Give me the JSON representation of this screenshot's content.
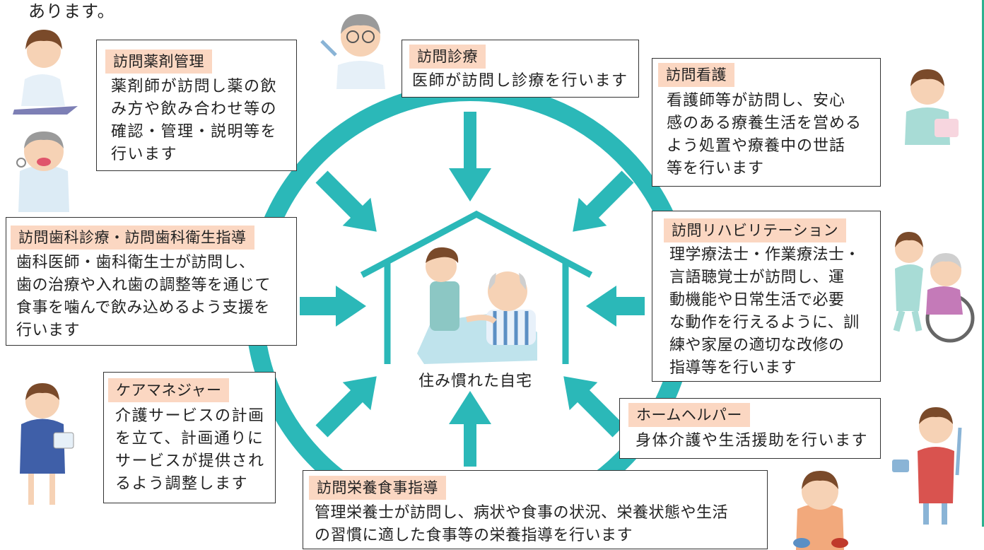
{
  "intro_tail": "あります。",
  "center": {
    "label": "住み慣れた自宅"
  },
  "services": {
    "pharmacy": {
      "title": "訪問薬剤管理",
      "lines": [
        "薬剤師が訪問し薬の飲",
        "み方や飲み合わせ等の",
        "確認・管理・説明等を",
        "行います"
      ]
    },
    "medical": {
      "title": "訪問診療",
      "lines": [
        "医師が訪問し診療を行います"
      ]
    },
    "nursing": {
      "title": "訪問看護",
      "lines": [
        "看護師等が訪問し、安心",
        "感のある療養生活を営める",
        "よう処置や療養中の世話",
        "等を行います"
      ]
    },
    "dental": {
      "title": "訪問歯科診療・訪問歯科衛生指導",
      "lines": [
        "歯科医師・歯科衛生士が訪問し、",
        "歯の治療や入れ歯の調整等を通じて",
        "食事を噛んで飲み込めるよう支援を",
        "行います"
      ]
    },
    "rehab": {
      "title": "訪問リハビリテーション",
      "lines": [
        "理学療法士・作業療法士・",
        "言語聴覚士が訪問し、運",
        "動機能や日常生活で必要",
        "な動作を行えるように、訓",
        "練や家屋の適切な改修の",
        "指導等を行います"
      ]
    },
    "caremanager": {
      "title": "ケアマネジャー",
      "lines": [
        "介護サービスの計画",
        "を立て、計画通りに",
        "サービスが提供され",
        "るよう調整します"
      ]
    },
    "helper": {
      "title": "ホームヘルパー",
      "lines": [
        "身体介護や生活援助を行います"
      ]
    },
    "nutrition": {
      "title": "訪問栄養食事指導",
      "lines": [
        "管理栄養士が訪問し、病状や食事の状況、栄養状態や生活",
        "の習慣に適した食事等の栄養指導を行います"
      ]
    }
  },
  "colors": {
    "ring": "#2bb8b8",
    "title_bg": "#fbd7c2",
    "edge": "#2bb18f"
  }
}
